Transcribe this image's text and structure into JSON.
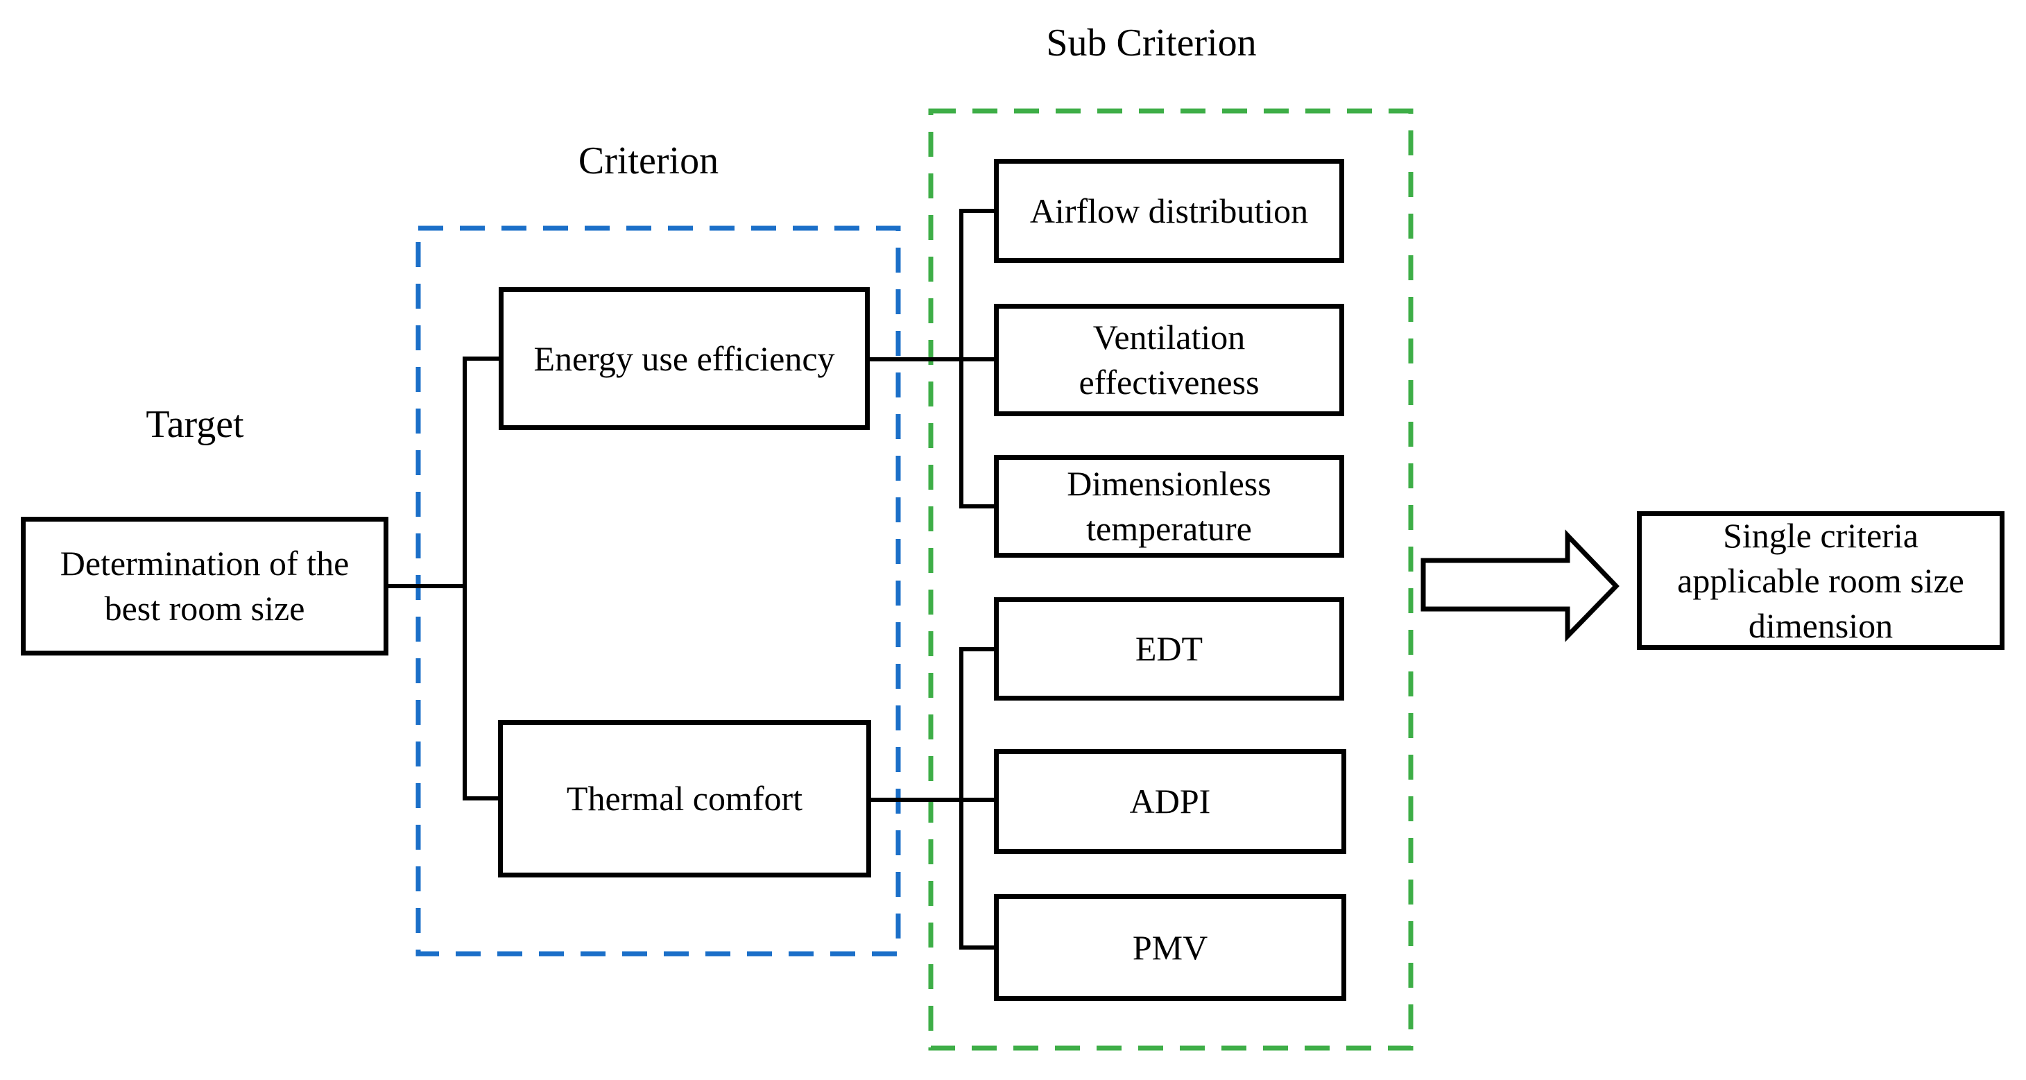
{
  "diagram": {
    "titles": {
      "target": "Target",
      "criterion": "Criterion",
      "sub_criterion": "Sub Criterion"
    },
    "goal": {
      "label": "Determination of the best room size"
    },
    "criteria": [
      {
        "label": "Energy use efficiency"
      },
      {
        "label": "Thermal comfort"
      }
    ],
    "sub_criteria": [
      {
        "label": "Airflow distribution"
      },
      {
        "label": "Ventilation effectiveness"
      },
      {
        "label": "Dimensionless temperature"
      },
      {
        "label": "EDT"
      },
      {
        "label": "ADPI"
      },
      {
        "label": "PMV"
      }
    ],
    "result": {
      "label": "Single criteria applicable room size dimension"
    },
    "colors": {
      "criterion_group_border": "#1b6fc8",
      "sub_criterion_group_border": "#3eae47",
      "box_border": "#000000",
      "connector": "#000000",
      "background": "#ffffff"
    }
  }
}
